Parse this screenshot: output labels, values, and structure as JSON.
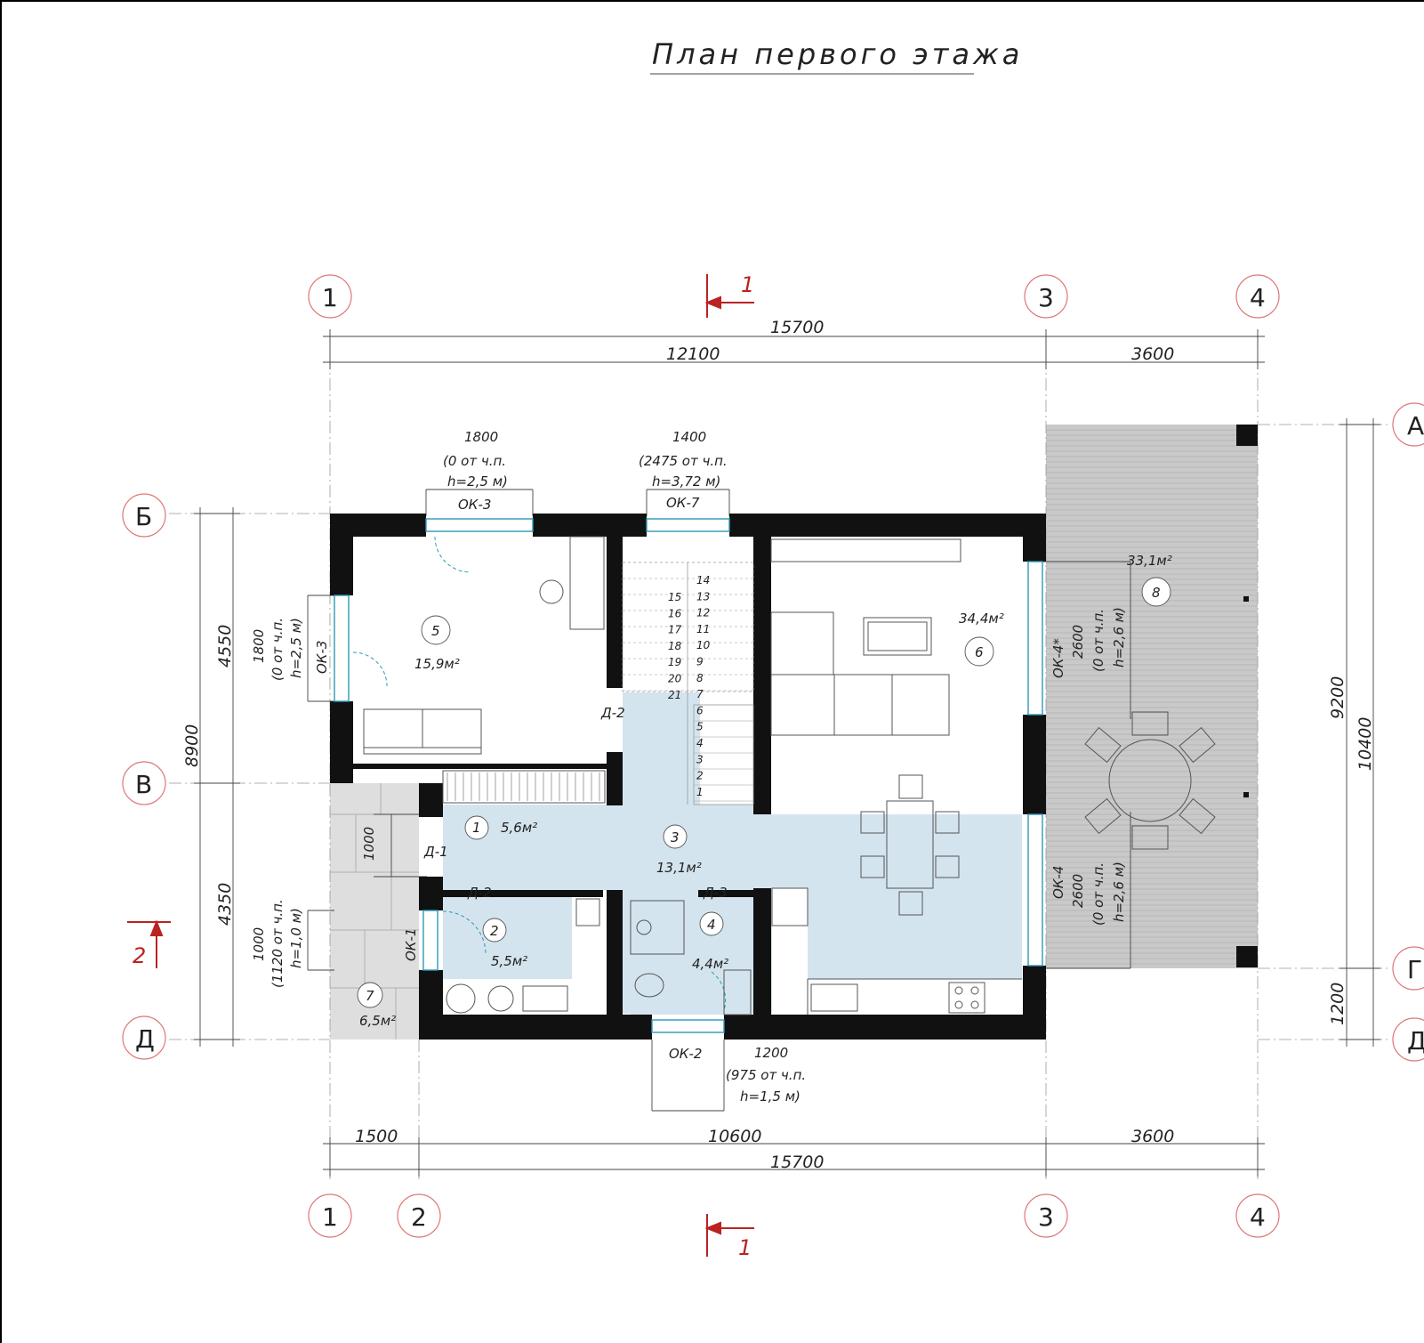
{
  "title": "План первого этажа",
  "axes": {
    "columns": [
      "1",
      "2",
      "3",
      "4"
    ],
    "rows": [
      "А",
      "Б",
      "В",
      "Г",
      "Д"
    ]
  },
  "section_marks": {
    "s1": "1",
    "s2": "2"
  },
  "dims_top": {
    "total": "15700",
    "left": "12100",
    "right": "3600"
  },
  "dims_bottom": {
    "a": "1500",
    "b": "10600",
    "c": "3600",
    "total": "15700"
  },
  "dims_left": {
    "total": "8900",
    "upper": "4550",
    "lower": "4350",
    "door": "1000"
  },
  "dims_right": {
    "total": "10400",
    "upper": "9200",
    "lower": "1200"
  },
  "windows": {
    "ok3_top": {
      "label": "ОК-3",
      "w": "1800",
      "sill": "(0 от ч.п.",
      "h": "h=2,5 м)"
    },
    "ok7": {
      "label": "ОК-7",
      "w": "1400",
      "sill": "(2475 от ч.п.",
      "h": "h=3,72 м)"
    },
    "ok3_left": {
      "label": "ОК-3",
      "w": "1800",
      "sill": "(0 от ч.п.",
      "h": "h=2,5 м)"
    },
    "ok1": {
      "label": "ОК-1",
      "w": "1000",
      "sill": "(1120 от ч.п.",
      "h": "h=1,0 м)"
    },
    "ok2": {
      "label": "ОК-2",
      "w": "1200",
      "sill": "(975 от ч.п.",
      "h": "h=1,5 м)"
    },
    "ok4s": {
      "label": "ОК-4*",
      "w": "2600",
      "sill": "(0 от ч.п.",
      "h": "h=2,6 м)"
    },
    "ok4": {
      "label": "ОК-4",
      "w": "2600",
      "sill": "(0 от ч.п.",
      "h": "h=2,6 м)"
    }
  },
  "doors": {
    "d1": "Д-1",
    "d2a": "Д-2",
    "d2b": "Д-2",
    "d3": "Д-3"
  },
  "rooms": [
    {
      "num": "1",
      "area": "5,6м²"
    },
    {
      "num": "2",
      "area": "5,5м²"
    },
    {
      "num": "3",
      "area": "13,1м²"
    },
    {
      "num": "4",
      "area": "4,4м²"
    },
    {
      "num": "5",
      "area": "15,9м²"
    },
    {
      "num": "6",
      "area": "34,4м²"
    },
    {
      "num": "7",
      "area": "6,5м²"
    },
    {
      "num": "8",
      "area": "33,1м²"
    }
  ],
  "stairs": {
    "left": [
      "15",
      "16",
      "17",
      "18",
      "19",
      "20",
      "21"
    ],
    "right": [
      "14",
      "13",
      "12",
      "11",
      "10",
      "9",
      "8",
      "7",
      "6",
      "5",
      "4",
      "3",
      "2",
      "1"
    ]
  }
}
